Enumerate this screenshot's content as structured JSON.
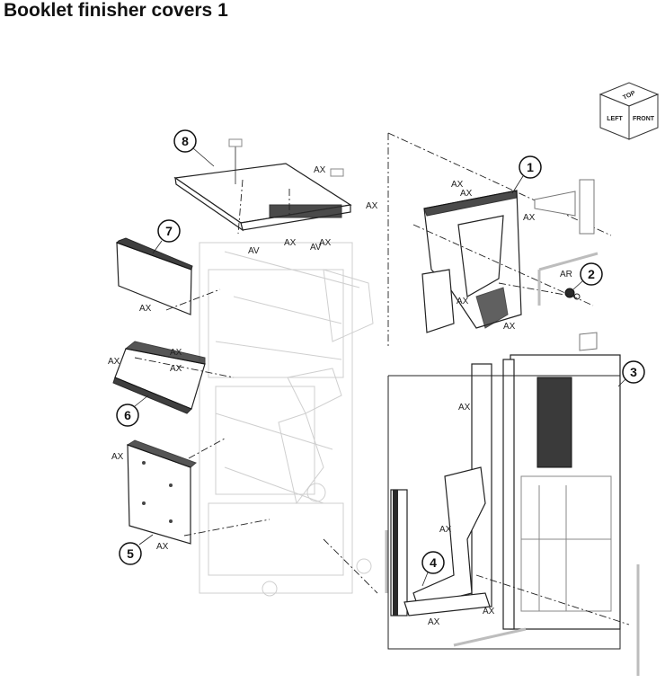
{
  "title": "Booklet finisher covers 1",
  "orientation_cube": {
    "top": "TOP",
    "left": "LEFT",
    "front": "FRONT"
  },
  "callouts": [
    "1",
    "2",
    "3",
    "4",
    "5",
    "6",
    "7",
    "8"
  ],
  "screw_labels": {
    "ax": "AX",
    "av": "AV",
    "ar": "AR"
  }
}
